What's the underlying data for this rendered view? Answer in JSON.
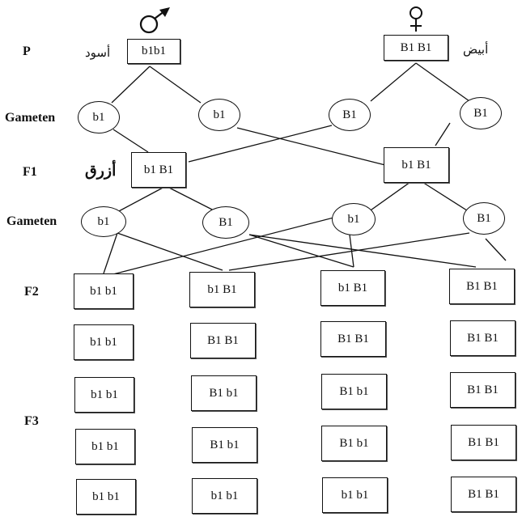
{
  "generation_labels": {
    "p": "P",
    "gameten_1": "Gameten",
    "f1": "F1",
    "gameten_2": "Gameten",
    "f2": "F2",
    "f3": "F3"
  },
  "arabic_labels": {
    "black": "أسود",
    "white": "أبيض",
    "blue": "أزرق"
  },
  "parents": {
    "male": "b1b1",
    "female": "B1 B1"
  },
  "gametes_1": [
    "b1",
    "b1",
    "B1",
    "B1"
  ],
  "f1": [
    "b1 B1",
    "b1 B1"
  ],
  "gametes_2": [
    "b1",
    "B1",
    "b1",
    "B1"
  ],
  "f2": [
    "b1 b1",
    "b1 B1",
    "b1 B1",
    "B1 B1"
  ],
  "f3_rows": [
    [
      "b1 b1",
      "B1 B1",
      "B1 B1",
      "B1 B1"
    ],
    [
      "b1 b1",
      "B1 b1",
      "B1 b1",
      "B1 B1"
    ],
    [
      "b1 b1",
      "B1 b1",
      "B1 b1",
      "B1 B1"
    ],
    [
      "b1 b1",
      "b1 b1",
      "b1 b1",
      "B1 B1"
    ]
  ],
  "symbols": {
    "male": "male-symbol",
    "female": "female-symbol"
  }
}
